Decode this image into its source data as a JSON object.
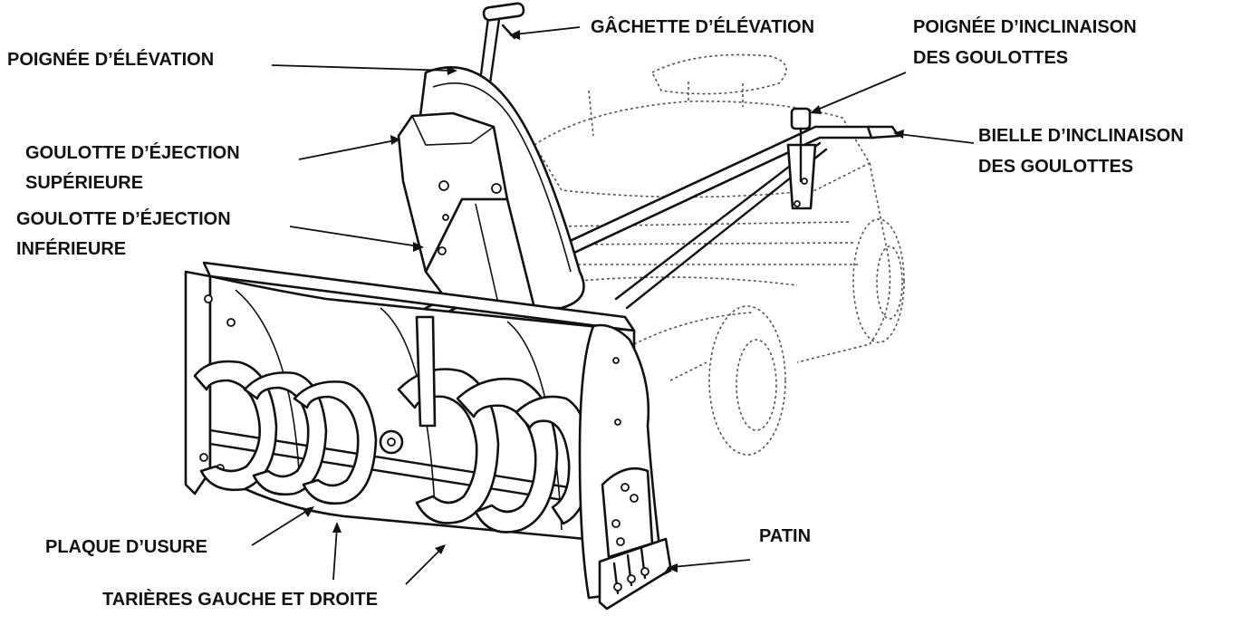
{
  "labels": {
    "lift_handle": "POIGNÉE D’ÉLÉVATION",
    "lift_trigger": "GÂCHETTE D’ÉLÉVATION",
    "chute_tilt_handle_line1": "POIGNÉE D’INCLINAISON",
    "chute_tilt_handle_line2": "DES GOULOTTES",
    "chute_tilt_rod_line1": "BIELLE D’INCLINAISON",
    "chute_tilt_rod_line2": "DES GOULOTTES",
    "upper_chute_line1": "GOULOTTE D’ÉJECTION",
    "upper_chute_line2": "SUPÉRIEURE",
    "lower_chute_line1": "GOULOTTE D’ÉJECTION",
    "lower_chute_line2": "INFÉRIEURE",
    "wear_plate": "PLAQUE D’USURE",
    "skid_shoe": "PATIN",
    "augers": "TARIÈRES GAUCHE ET DROITE"
  }
}
